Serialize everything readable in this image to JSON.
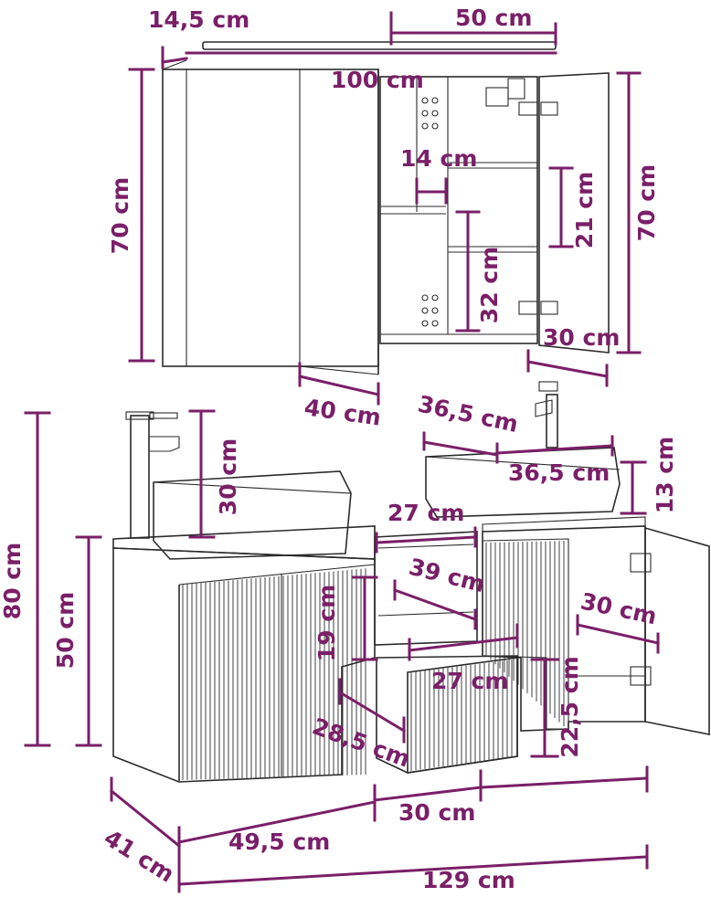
{
  "colors": {
    "dimension": "#7a1f68",
    "outline": "#2b2b2b",
    "background": "#ffffff"
  },
  "labels": {
    "mirror_depth": "14,5 cm",
    "mirror_half_width": "50 cm",
    "mirror_total_width": "100 cm",
    "mirror_height_left": "70 cm",
    "mirror_height_right": "70 cm",
    "mirror_inner_depth": "14 cm",
    "mirror_shelf_21": "21 cm",
    "mirror_shelf_32": "32 cm",
    "mirror_door_30": "30 cm",
    "mirror_door_40": "40 cm",
    "basin_depth_top": "36,5 cm",
    "basin_width": "36,5 cm",
    "basin_height_left": "30 cm",
    "basin_height_right": "13 cm",
    "total_height": "80 cm",
    "cabinet_height": "50 cm",
    "compartment_width": "27 cm",
    "compartment_depth": "39 cm",
    "compartment_height": "19 cm",
    "side_door_width": "30 cm",
    "drawer_width": "27 cm",
    "drawer_depth": "28,5 cm",
    "drawer_height": "22,5 cm",
    "cabinet_depth": "41 cm",
    "left_cabinet_width": "49,5 cm",
    "middle_width": "30 cm",
    "total_width": "129 cm"
  }
}
